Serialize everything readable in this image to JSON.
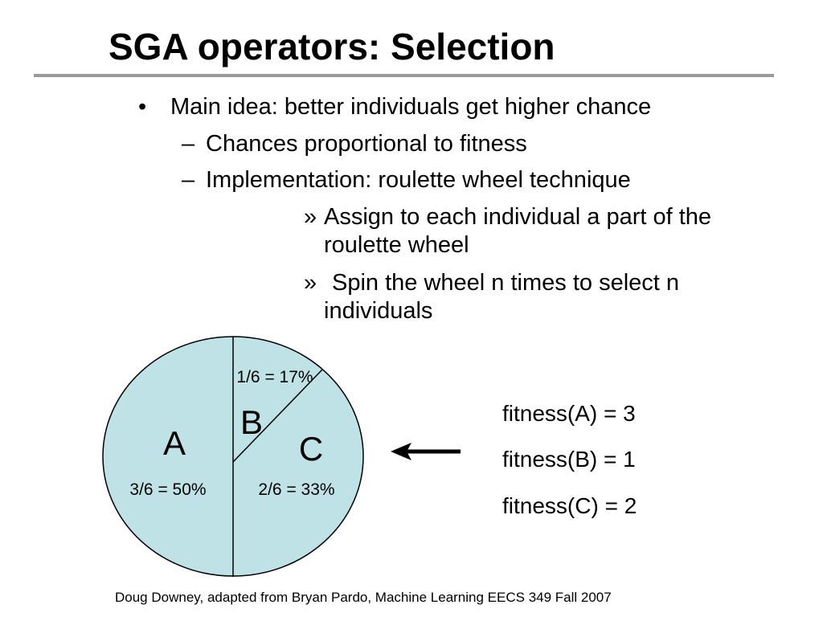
{
  "slide": {
    "title": "SGA operators: Selection",
    "bullets": {
      "main": {
        "marker": "•",
        "text": "Main idea: better individuals get higher chance"
      },
      "sub1": {
        "marker": "–",
        "text": "Chances proportional to fitness"
      },
      "sub2": {
        "marker": "–",
        "text": "Implementation: roulette wheel technique"
      },
      "subsub1": {
        "marker": "»",
        "line1": "Assign to each individual a part of the",
        "line2": "roulette wheel"
      },
      "subsub2": {
        "marker": "»",
        "line1": "Spin the wheel n times to select n",
        "line2": "individuals"
      }
    },
    "wheel": {
      "fill": "#bfe2e6",
      "slices": [
        {
          "name": "A",
          "fraction": 0.5,
          "share_label": "3/6 = 50%"
        },
        {
          "name": "B",
          "fraction": 0.1667,
          "share_label": "1/6 = 17%"
        },
        {
          "name": "C",
          "fraction": 0.3333,
          "share_label": "2/6 = 33%"
        }
      ]
    },
    "fitness": [
      "fitness(A) = 3",
      "fitness(B) = 1",
      "fitness(C) = 2"
    ],
    "footer": "Doug Downey, adapted from Bryan Pardo, Machine Learning EECS 349 Fall 2007"
  }
}
